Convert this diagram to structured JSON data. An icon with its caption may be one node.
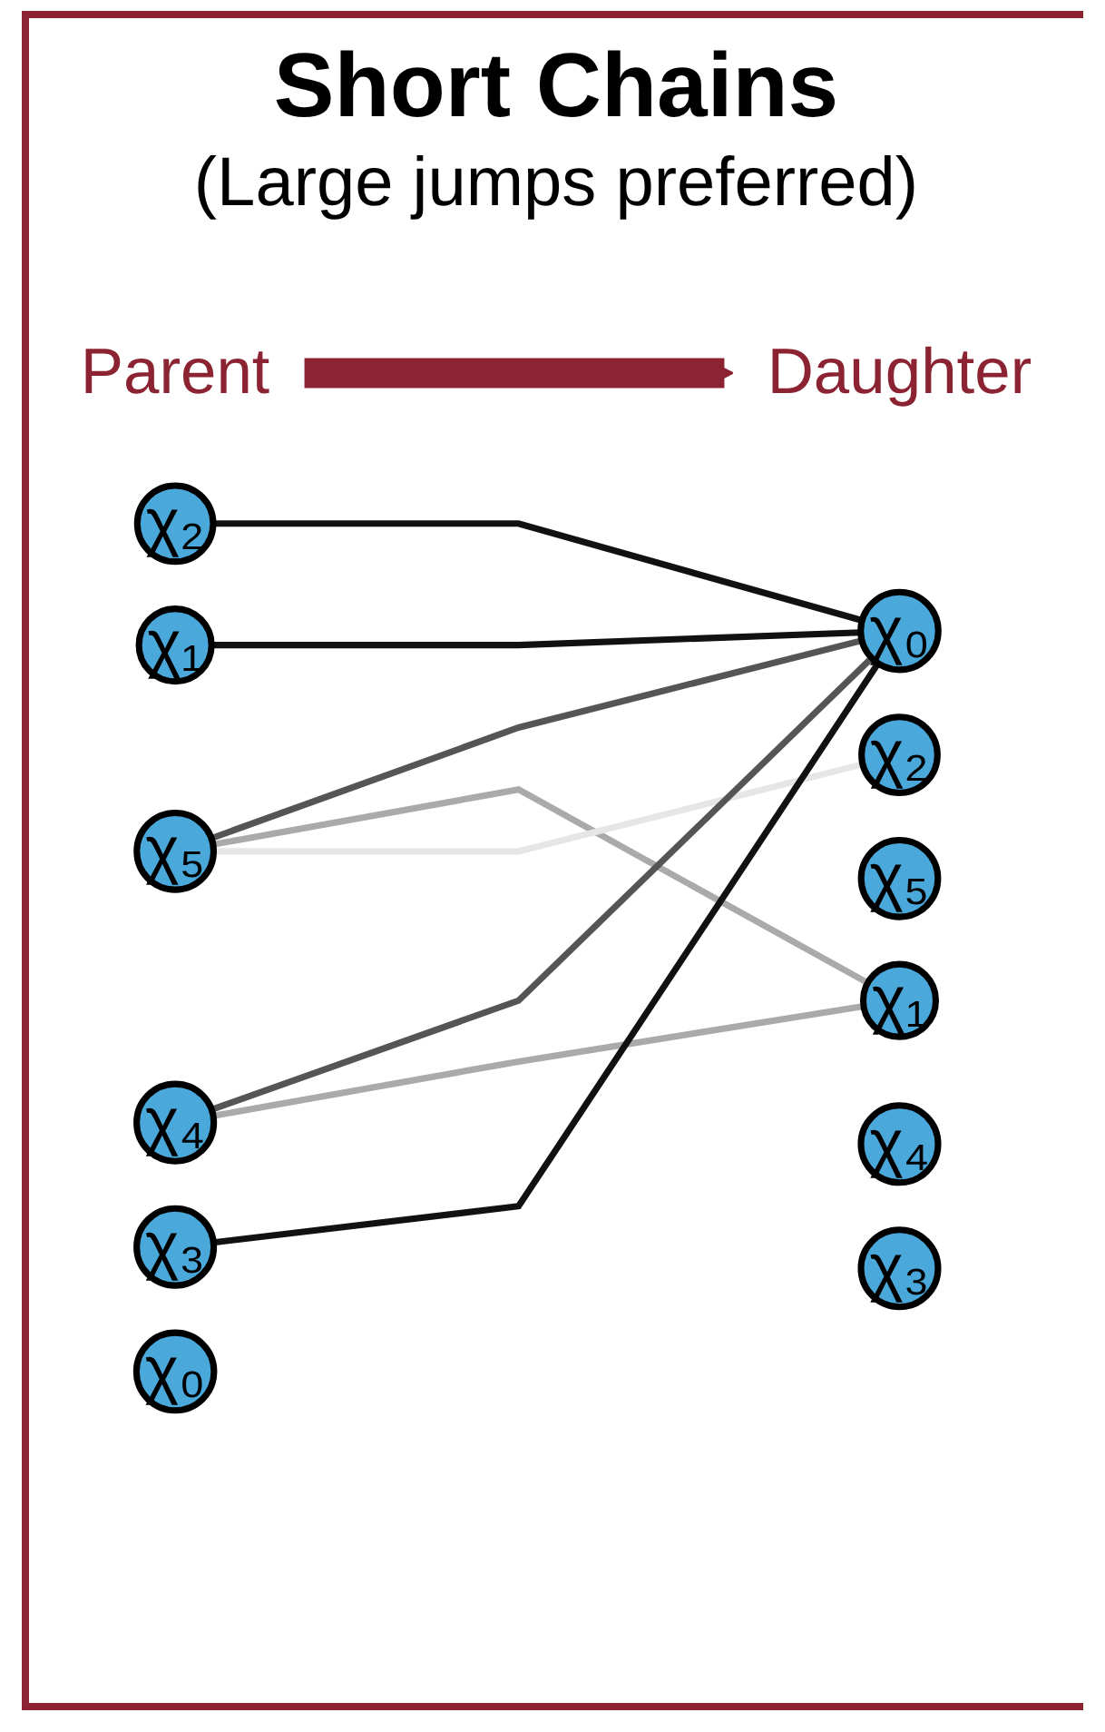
{
  "diagram": {
    "title": "Short Chains",
    "nodes": [
      {
        "text": [
          "Parent"
        ]
      },
      {
        "text": [
          "Daughter"
        ]
      },
      {
        "text": [
          "χ₅"
        ]
      },
      {
        "text": [
          "χ₅"
        ]
      },
      {
        "text": [
          "χ₄"
        ]
      },
      {
        "text": [
          "χ₄"
        ]
      },
      {
        "text": [
          "χ₃"
        ]
      },
      {
        "text": [
          "χ₃"
        ]
      },
      {
        "text": [
          "χ₂"
        ]
      },
      {
        "text": [
          "χ₂"
        ]
      },
      {
        "text": [
          "χ₁"
        ]
      },
      {
        "text": [
          "χ₁"
        ]
      },
      {
        "text": [
          "χ₀"
        ]
      },
      {
        "text": [
          "χ₀"
        ]
      }
    ],
    "edges": [
      {
        "from": 0,
        "to": 1,
        "arrow": "to",
        "style": "thick",
        "color": "#8b2332"
      },
      {
        "from": 2,
        "to": 13,
        "arrow": "none",
        "color": "#555555"
      },
      {
        "from": 2,
        "to": 11,
        "arrow": "none",
        "color": "#aaaaaa"
      },
      {
        "from": 2,
        "to": 9,
        "arrow": "none",
        "color": "#e6e6e6"
      },
      {
        "from": 4,
        "to": 13,
        "arrow": "none",
        "color": "#555555"
      },
      {
        "from": 4,
        "to": 11,
        "arrow": "none",
        "color": "#aaaaaa"
      },
      {
        "from": 6,
        "to": 13,
        "arrow": "none"
      },
      {
        "from": 8,
        "to": 13,
        "arrow": "none"
      },
      {
        "from": 10,
        "to": 13,
        "arrow": "none"
      }
    ],
    "labels": [
      "(Large jumps preferred)"
    ]
  }
}
